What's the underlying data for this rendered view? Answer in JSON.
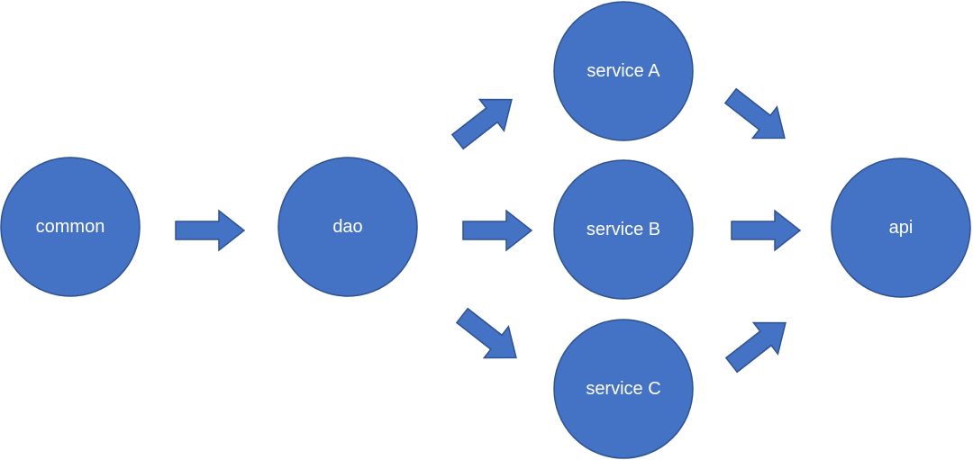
{
  "colors": {
    "node_fill": "#4472c4",
    "node_stroke": "#2f528f",
    "arrow_fill": "#4472c4",
    "arrow_stroke": "#2f528f",
    "label": "#ffffff",
    "background": "#ffffff"
  },
  "nodes": {
    "common": {
      "label": "common"
    },
    "dao": {
      "label": "dao"
    },
    "service_a": {
      "label": "service A"
    },
    "service_b": {
      "label": "service B"
    },
    "service_c": {
      "label": "service C"
    },
    "api": {
      "label": "api"
    }
  },
  "edges": [
    {
      "from": "common",
      "to": "dao"
    },
    {
      "from": "dao",
      "to": "service_a"
    },
    {
      "from": "dao",
      "to": "service_b"
    },
    {
      "from": "dao",
      "to": "service_c"
    },
    {
      "from": "service_a",
      "to": "api"
    },
    {
      "from": "service_b",
      "to": "api"
    },
    {
      "from": "service_c",
      "to": "api"
    }
  ]
}
